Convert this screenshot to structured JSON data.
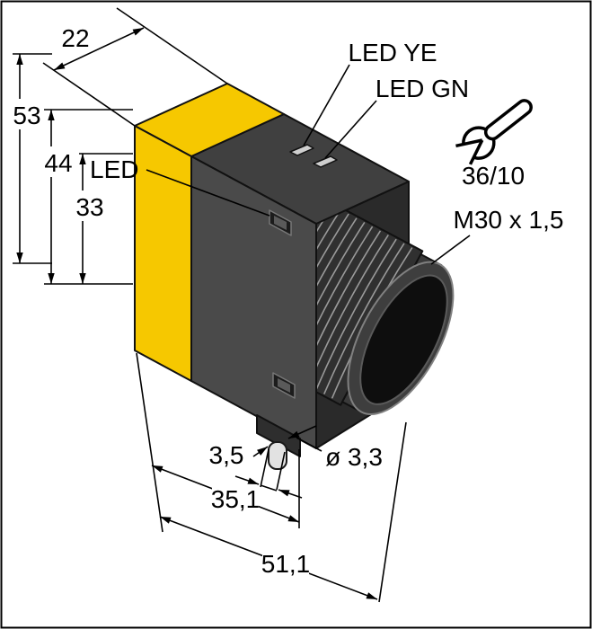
{
  "drawing": {
    "dimensions": {
      "width_top": "22",
      "height_total": "53",
      "height_body": "44",
      "height_inner": "33",
      "cable_offset": "3,5",
      "body_length": "35,1",
      "cable_diameter": "ø 3,3",
      "total_length": "51,1"
    },
    "labels": {
      "led_side": "LED",
      "led_yellow": "LED YE",
      "led_green": "LED GN",
      "wrench_size": "36/10",
      "thread_spec": "M30 x 1,5"
    },
    "colors": {
      "housing_yellow": "#f6c800",
      "housing_dark_gray": "#4a4a4a",
      "lens_black": "#0e0e0e",
      "line_black": "#000000",
      "background_white": "#ffffff"
    }
  }
}
